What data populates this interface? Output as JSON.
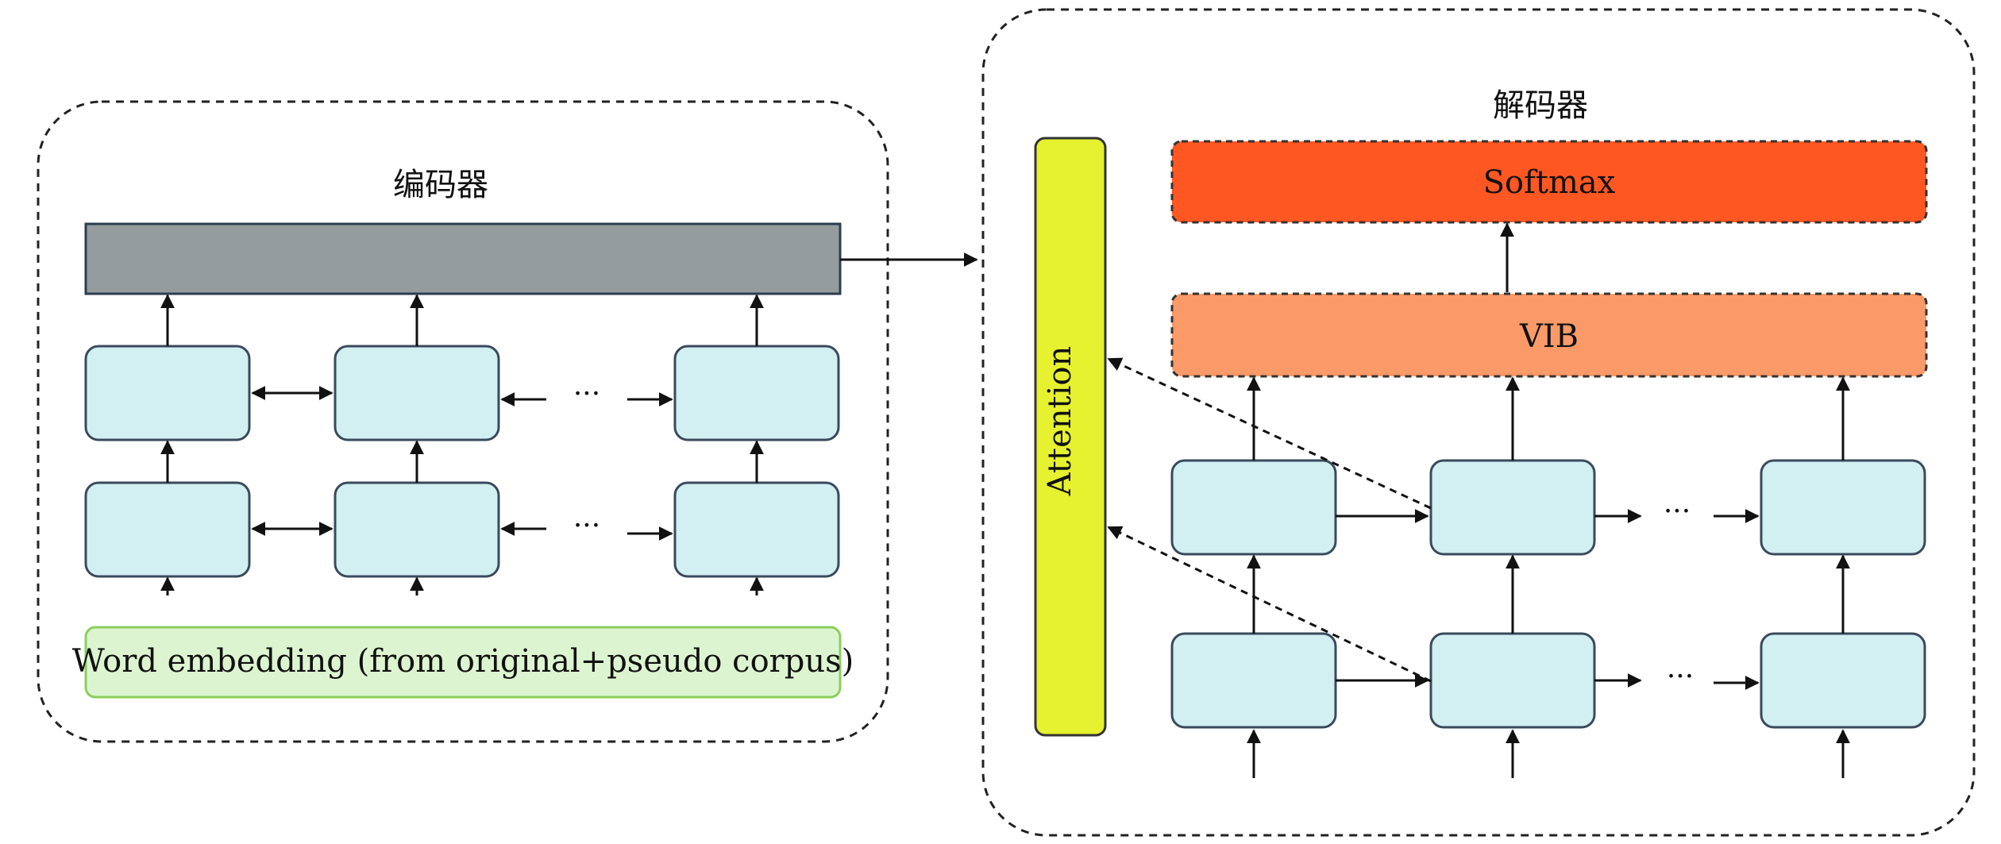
{
  "encoder": {
    "title": "编码器",
    "embedding_label": "Word embedding (from original+pseudo corpus)",
    "ellipsis": "···"
  },
  "decoder": {
    "title": "解码器",
    "softmax_label": "Softmax",
    "vib_label": "VIB",
    "attention_label": "Attention",
    "ellipsis": "···"
  },
  "colors": {
    "rnn_cell": "#d2eff2",
    "cell_border": "#3a4a5c",
    "encoder_output": "#959c9d",
    "encoder_output_border": "#2c3e50",
    "embedding": "#dcf5d0",
    "embedding_border": "#8bcf5c",
    "attention": "#e6f12f",
    "softmax": "#ff5722",
    "vib": "#fa9a68"
  }
}
